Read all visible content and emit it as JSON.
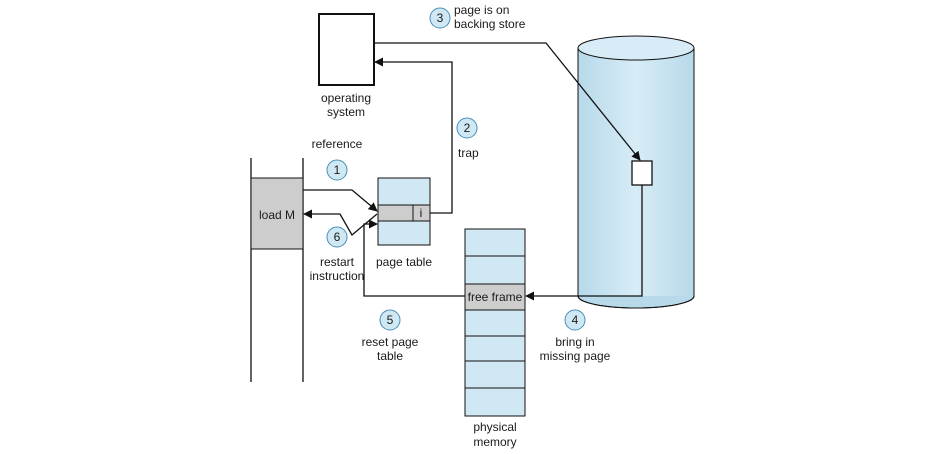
{
  "labels": {
    "os": [
      "operating",
      "system"
    ],
    "reference": "reference",
    "trap": "trap",
    "backing_store": [
      "page is on",
      "backing store"
    ],
    "load_m": "load M",
    "i_bit": "i",
    "page_table": "page table",
    "restart": [
      "restart",
      "instruction"
    ],
    "free_frame": "free frame",
    "reset": [
      "reset page",
      "table"
    ],
    "bring": [
      "bring in",
      "missing page"
    ],
    "physical": [
      "physical",
      "memory"
    ]
  },
  "steps": [
    "1",
    "2",
    "3",
    "4",
    "5",
    "6"
  ],
  "colors": {
    "light_blue": "#cfe8f3",
    "gray_fill": "#cdcdcd",
    "circle_stroke": "#4a8fb5",
    "line": "#111111"
  }
}
